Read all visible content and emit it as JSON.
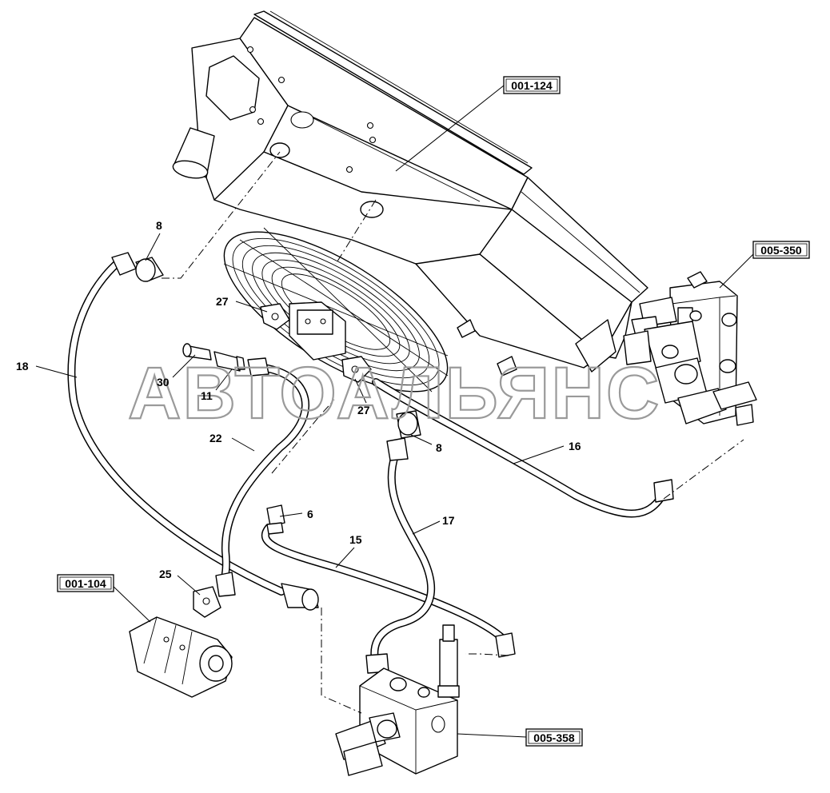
{
  "diagram": {
    "references": {
      "cooler": "001-124",
      "valve_block_upper": "005-350",
      "pump": "001-104",
      "valve_block_lower": "005-358"
    },
    "callouts": {
      "p8_top": "8",
      "p27_left": "27",
      "p18": "18",
      "p30": "30",
      "p11": "11",
      "p27_mid": "27",
      "p8_mid": "8",
      "p16": "16",
      "p22": "22",
      "p6": "6",
      "p17": "17",
      "p15": "15",
      "p25": "25"
    },
    "watermark": "АВТОАЛЬЯНС"
  }
}
